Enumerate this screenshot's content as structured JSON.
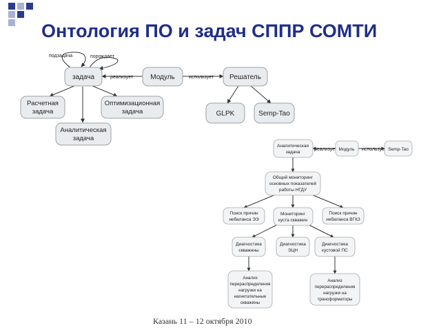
{
  "slide": {
    "title": "Онтология ПО и задач СППР СОМТИ",
    "footer": "Казань   11 – 12 октября 2010"
  },
  "colors": {
    "title": "#1f2e86",
    "node_fill": "#e9ecef",
    "node_stroke": "#9aa0a6"
  },
  "diagram1": {
    "nodes": {
      "task": "задача",
      "module": "Модуль",
      "solver": "Решатель",
      "calc": [
        "Расчетная",
        "задача"
      ],
      "opt": [
        "Оптимизационная",
        "задача"
      ],
      "analytic": [
        "Аналитическая",
        "задача"
      ],
      "glpk": "GLPK",
      "semptao": "Semp-Tao"
    },
    "edges": {
      "subtask": "подзадача",
      "produces": "порождает",
      "implements": "реализует",
      "uses": "использует"
    }
  },
  "diagram2": {
    "nodes": {
      "analytic": [
        "Аналитическая",
        "задача"
      ],
      "module": "Модуль",
      "semptao": "Semp-Tao",
      "monitoring": [
        "Общий мониторинг",
        "основных показателей",
        "работы НГДУ"
      ],
      "ee": [
        "Поиск причин",
        "небаланса ЭЭ"
      ],
      "cluster": [
        "Мониторинг",
        "куста скважин"
      ],
      "vgkz": [
        "Поиск причин",
        "небаланса ВГКЗ"
      ],
      "diag_wells": [
        "Диагностика",
        "скважины"
      ],
      "diag_ecn": [
        "Диагностика",
        "ЭЦН"
      ],
      "diag_ps": [
        "Диагностика",
        "кустовой ПС"
      ],
      "load_wells": [
        "Анализ",
        "перераспределения",
        "нагрузки на",
        "нагнетательные",
        "скважины"
      ],
      "load_trans": [
        "Анализ",
        "перераспределения",
        "нагрузки на",
        "трансформаторы"
      ]
    },
    "edges": {
      "implements": "реализует",
      "uses": "использует"
    }
  }
}
